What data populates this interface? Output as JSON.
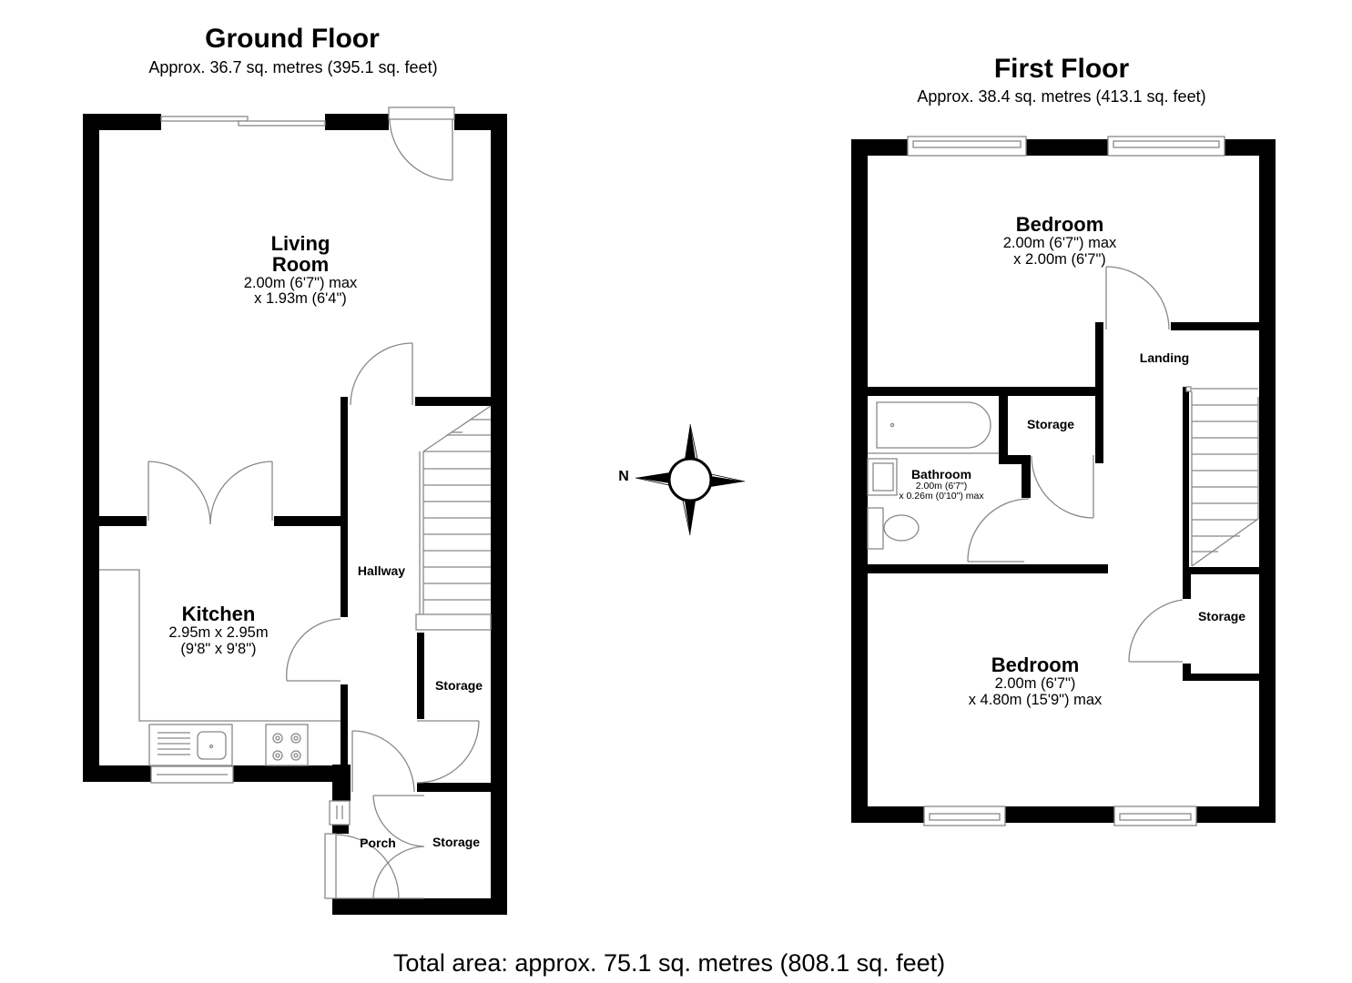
{
  "ground_floor": {
    "title": "Ground Floor",
    "area": "Approx. 36.7 sq. metres (395.1 sq. feet)",
    "rooms": {
      "living_room": {
        "name_line1": "Living",
        "name_line2": "Room",
        "dim_line1": "2.00m (6'7\") max",
        "dim_line2": "x 1.93m (6'4\")"
      },
      "kitchen": {
        "name": "Kitchen",
        "dim_line1": "2.95m x 2.95m",
        "dim_line2": "(9'8\" x 9'8\")"
      },
      "hallway": {
        "name": "Hallway"
      },
      "storage_1": {
        "name": "Storage"
      },
      "porch": {
        "name": "Porch"
      },
      "storage_2": {
        "name": "Storage"
      }
    }
  },
  "first_floor": {
    "title": "First Floor",
    "area": "Approx. 38.4 sq. metres (413.1 sq. feet)",
    "rooms": {
      "bedroom_1": {
        "name": "Bedroom",
        "dim_line1": "2.00m (6'7\") max",
        "dim_line2": "x 2.00m (6'7\")"
      },
      "landing": {
        "name": "Landing"
      },
      "storage_1": {
        "name": "Storage"
      },
      "bathroom": {
        "name": "Bathroom",
        "dim_line1": "2.00m (6'7\")",
        "dim_line2": "x 0.26m (0'10\") max"
      },
      "storage_2": {
        "name": "Storage"
      },
      "bedroom_2": {
        "name": "Bedroom",
        "dim_line1": "2.00m (6'7\")",
        "dim_line2": "x 4.80m (15'9\") max"
      }
    }
  },
  "compass": {
    "label": "N",
    "icon": "compass-rose-icon"
  },
  "total_area": "Total area: approx. 75.1 sq. metres (808.1 sq. feet)",
  "colors": {
    "wall": "#000000",
    "fixture_line": "#888888",
    "background": "#ffffff"
  }
}
